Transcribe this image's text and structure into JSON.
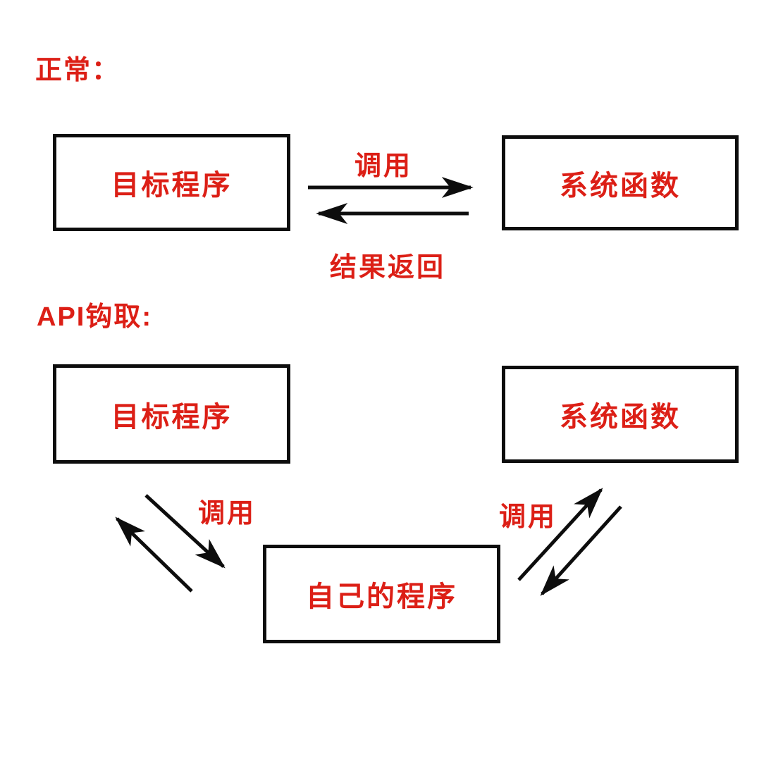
{
  "colors": {
    "red": "#dc1f16",
    "black": "#0d0d0d",
    "background": "#ffffff"
  },
  "sections": {
    "normal": {
      "label": "正常："
    },
    "hook": {
      "label": "API钩取:"
    }
  },
  "boxes": {
    "normal_target": {
      "label": "目标程序"
    },
    "normal_system": {
      "label": "系统函数"
    },
    "hook_target": {
      "label": "目标程序"
    },
    "hook_system": {
      "label": "系统函数"
    },
    "hook_own": {
      "label": "自己的程序"
    }
  },
  "arrow_labels": {
    "call_top": "调用",
    "return_top": "结果返回",
    "call_left": "调用",
    "call_right": "调用"
  }
}
